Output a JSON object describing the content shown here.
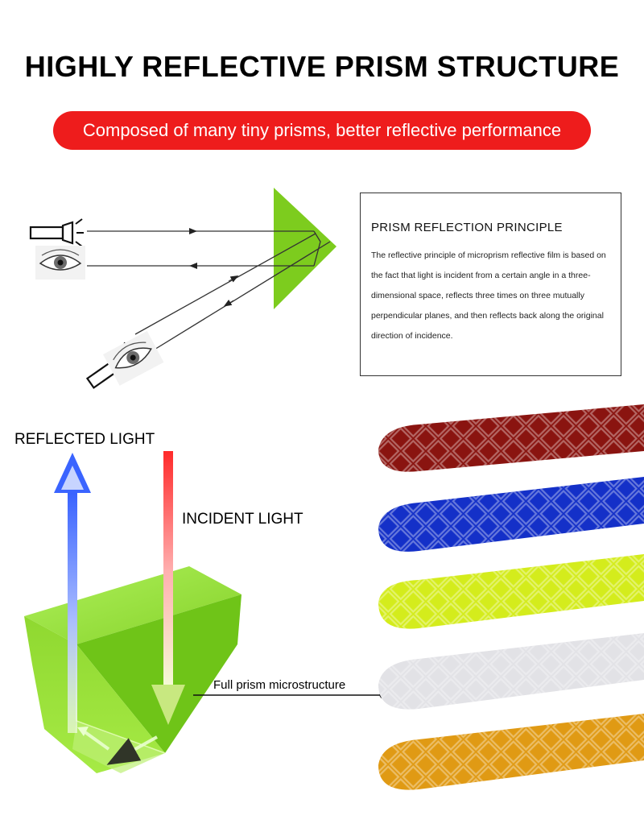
{
  "header": {
    "title": "HIGHLY REFLECTIVE PRISM STRUCTURE",
    "subtitle": "Composed of many tiny prisms, better reflective performance"
  },
  "principle": {
    "heading": "PRISM REFLECTION PRINCIPLE",
    "body": "The reflective principle of microprism reflective film is based on the fact that light is incident from a certain angle in a three-dimensional space, reflects three times on three mutually perpendicular planes, and then reflects back along the original direction of incidence."
  },
  "labels": {
    "reflected": "REFLECTED LIGHT",
    "incident": "INCIDENT LIGHT",
    "microstructure": "Full prism microstructure"
  },
  "colors": {
    "accent_red": "#ee1c1c",
    "prism_green": "#7dcc1e",
    "strip_red": "#8a1410",
    "strip_blue": "#1430c8",
    "strip_yellow": "#d4ec1c",
    "strip_white": "#e2e2e6",
    "strip_orange": "#e09a14"
  },
  "icons": [
    "flashlight-icon",
    "eye-icon"
  ]
}
